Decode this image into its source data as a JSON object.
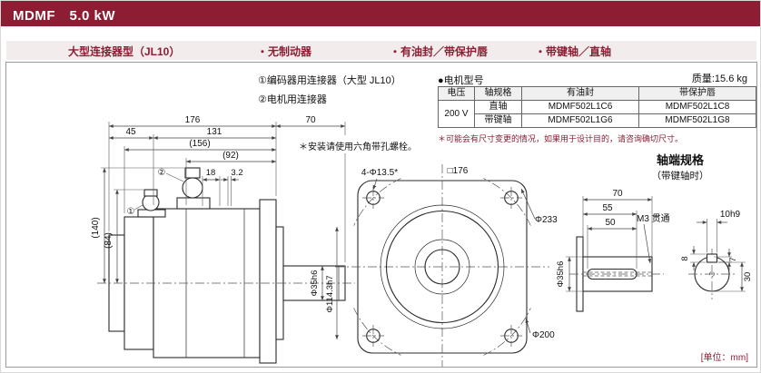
{
  "page": {
    "title": "MDMF　5.0 kW",
    "colors": {
      "banner": "#8C1D33",
      "subheader_bg": "#F2ECEC",
      "note_red": "#8C1D33"
    }
  },
  "subheader": {
    "items": [
      "大型连接器型（JL10）",
      "・无制动器",
      "・有油封／带保护唇",
      "・带键轴／直轴"
    ]
  },
  "legend": {
    "encoder_connector": "①编码器用连接器（大型 JL10）",
    "motor_connector": "②电机用连接器"
  },
  "model_table": {
    "label": "●电机型号",
    "mass": "质量:15.6 kg",
    "col_headers": [
      "电压",
      "轴规格",
      "有油封",
      "带保护唇"
    ],
    "voltage": "200 V",
    "rows": [
      {
        "shaft": "直轴",
        "oil_seal": "MDMF502L1C6",
        "lip": "MDMF502L1C8"
      },
      {
        "shaft": "带键轴",
        "oil_seal": "MDMF502L1G6",
        "lip": "MDMF502L1G8"
      }
    ],
    "note": "＊可能会有尺寸变更的情况，如果用于设计目的，请咨询确切尺寸。"
  },
  "shaft_end": {
    "title": "轴端规格",
    "subtitle": "（带键轴时）"
  },
  "notes": {
    "mounting": "＊安装请使用六角带孔螺栓。",
    "unit": "[单位：mm]"
  },
  "dims": {
    "mark1": "①",
    "mark2": "②",
    "total_len": "176",
    "len_45": "45",
    "len_131": "131",
    "len_156": "(156)",
    "len_92": "(92)",
    "len_18": "18",
    "len_3_2": "3.2",
    "shaft_len": "70",
    "h_140": "(140)",
    "h_84": "(84)",
    "shaft_dia": "Φ35h6",
    "spigot_dia": "Φ114.3h7",
    "square": "□176",
    "holes": "4-Φ13.5*",
    "dia_233": "Φ233",
    "dia_200": "Φ200",
    "key_len_70": "70",
    "key_len_55": "55",
    "key_len_50": "50",
    "tap": "M3 贯通",
    "key_width": "10h9",
    "key_h8": "8",
    "key_d7": "7",
    "key_d30": "30",
    "shaft_dia2": "Φ35h6"
  }
}
